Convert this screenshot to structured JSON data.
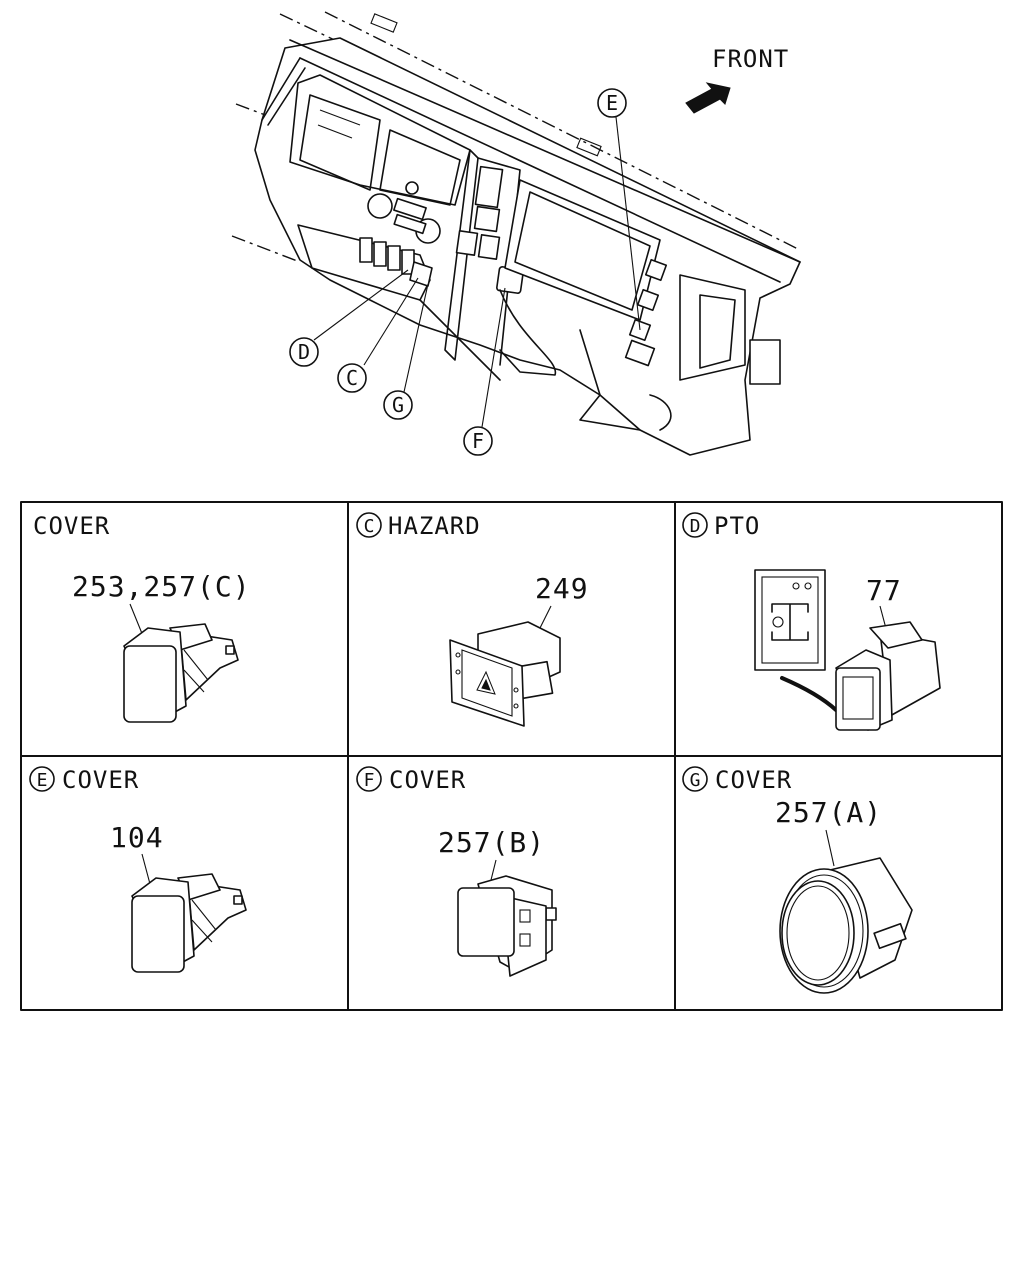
{
  "overview": {
    "front_label": "FRONT",
    "callouts": [
      {
        "id": "D",
        "label": "D"
      },
      {
        "id": "C",
        "label": "C"
      },
      {
        "id": "G",
        "label": "G"
      },
      {
        "id": "F",
        "label": "F"
      },
      {
        "id": "E",
        "label": "E"
      }
    ]
  },
  "panels": [
    {
      "letter": "",
      "name": "COVER",
      "part": "253,257(C)"
    },
    {
      "letter": "C",
      "name": "HAZARD",
      "part": "249"
    },
    {
      "letter": "D",
      "name": "PTO",
      "part": "77"
    },
    {
      "letter": "E",
      "name": "COVER",
      "part": "104"
    },
    {
      "letter": "F",
      "name": "COVER",
      "part": "257(B)"
    },
    {
      "letter": "G",
      "name": "COVER",
      "part": "257(A)"
    }
  ]
}
